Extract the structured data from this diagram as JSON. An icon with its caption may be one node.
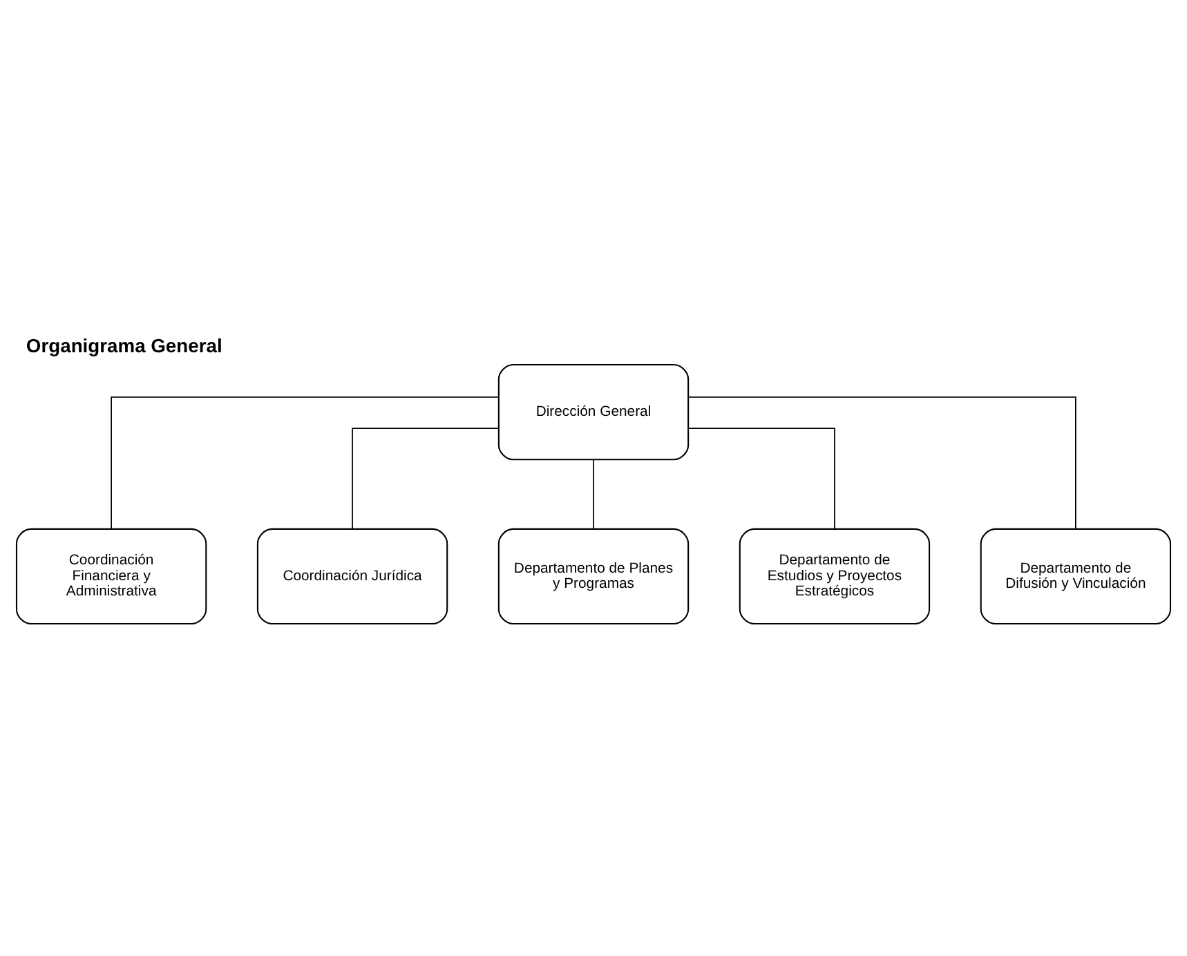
{
  "diagram": {
    "title": "Organigrama General",
    "nodes": [
      {
        "text": [
          "Dirección General"
        ]
      },
      {
        "text": [
          "Coordinación Financiera y Administrativa"
        ]
      },
      {
        "text": [
          "Coordinación Jurídica"
        ]
      },
      {
        "text": [
          "Departamento de Planes y Programas"
        ]
      },
      {
        "text": [
          "Departamento de Estudios y Proyectos Estratégicos"
        ]
      },
      {
        "text": [
          "Departamento de Difusión y Vinculación"
        ]
      }
    ],
    "edges": [
      {
        "from": 0,
        "to": 1,
        "arrow": "none"
      },
      {
        "from": 0,
        "to": 2,
        "arrow": "none"
      },
      {
        "from": 0,
        "to": 3,
        "arrow": "none"
      },
      {
        "from": 0,
        "to": 4,
        "arrow": "none"
      },
      {
        "from": 0,
        "to": 5,
        "arrow": "none"
      }
    ]
  }
}
